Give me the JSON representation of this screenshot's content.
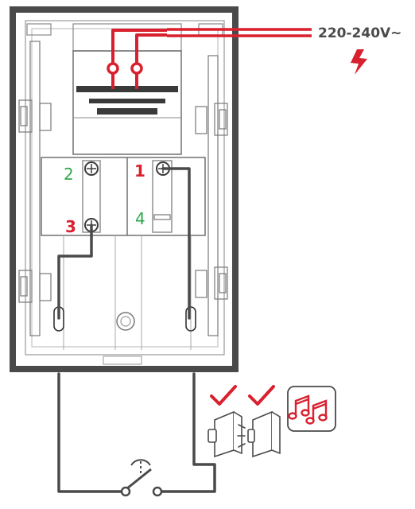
{
  "supply": {
    "voltage_label": "220-240V~"
  },
  "terminals": [
    {
      "label": "1",
      "color": "#d9202e"
    },
    {
      "label": "2",
      "color": "#2ea84a"
    },
    {
      "label": "3",
      "color": "#d9202e"
    },
    {
      "label": "4",
      "color": "#2ea84a"
    }
  ],
  "colors": {
    "live_wire": "#d9202e",
    "low_voltage_wire": "#4a4a4a",
    "housing_outline": "#4a4a4a",
    "check_mark": "#d9202e",
    "warning": "#d9202e"
  },
  "icons": {
    "warning": "lightning-bolt-icon",
    "check": "check-mark-icon",
    "push_button": "doorbell-push-button-icon",
    "chime": "music-notes-icon",
    "switch": "push-switch-icon"
  }
}
